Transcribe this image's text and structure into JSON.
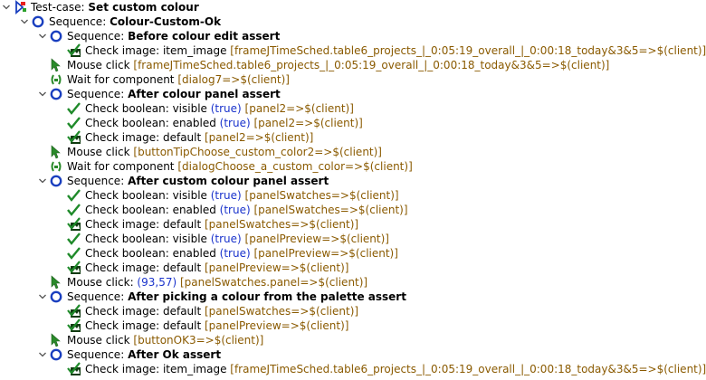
{
  "rows": [
    {
      "depth": 0,
      "exp": "open",
      "icon": "testcase",
      "kind": "Test-case: ",
      "name": "Set custom colour",
      "args": ""
    },
    {
      "depth": 1,
      "exp": "open",
      "icon": "sequence",
      "kind": "Sequence: ",
      "name": "Colour-Custom-Ok",
      "args": ""
    },
    {
      "depth": 2,
      "exp": "open",
      "icon": "sequence",
      "kind": "Sequence: ",
      "name": "Before colour edit assert",
      "args": ""
    },
    {
      "depth": 3,
      "exp": "",
      "icon": "check-image",
      "kind": "Check image: item_image ",
      "name": "",
      "args": "[frameJTimeSched.table6_projects_|_0:05:19_overall_|_0:00:18_today&3&5=>$(client)]"
    },
    {
      "depth": 2,
      "exp": "",
      "icon": "mouse",
      "kind": "Mouse click ",
      "name": "",
      "args": "[frameJTimeSched.table6_projects_|_0:05:19_overall_|_0:00:18_today&3&5=>$(client)]"
    },
    {
      "depth": 2,
      "exp": "",
      "icon": "wait",
      "kind": "Wait for component ",
      "name": "",
      "args": "[dialog7=>$(client)]"
    },
    {
      "depth": 2,
      "exp": "open",
      "icon": "sequence",
      "kind": "Sequence: ",
      "name": "After colour panel assert",
      "args": ""
    },
    {
      "depth": 3,
      "exp": "",
      "icon": "check",
      "kind": "Check boolean: visible ",
      "bool": "(true)",
      "name": "",
      "args": " [panel2=>$(client)]"
    },
    {
      "depth": 3,
      "exp": "",
      "icon": "check",
      "kind": "Check boolean: enabled ",
      "bool": "(true)",
      "name": "",
      "args": " [panel2=>$(client)]"
    },
    {
      "depth": 3,
      "exp": "",
      "icon": "check-image",
      "kind": "Check image: default ",
      "name": "",
      "args": "[panel2=>$(client)]"
    },
    {
      "depth": 2,
      "exp": "",
      "icon": "mouse",
      "kind": "Mouse click ",
      "name": "",
      "args": "[buttonTipChoose_custom_color2=>$(client)]"
    },
    {
      "depth": 2,
      "exp": "",
      "icon": "wait",
      "kind": "Wait for component ",
      "name": "",
      "args": "[dialogChoose_a_custom_color=>$(client)]"
    },
    {
      "depth": 2,
      "exp": "open",
      "icon": "sequence",
      "kind": "Sequence: ",
      "name": "After custom colour panel assert",
      "args": ""
    },
    {
      "depth": 3,
      "exp": "",
      "icon": "check",
      "kind": "Check boolean: visible ",
      "bool": "(true)",
      "name": "",
      "args": " [panelSwatches=>$(client)]"
    },
    {
      "depth": 3,
      "exp": "",
      "icon": "check",
      "kind": "Check boolean: enabled ",
      "bool": "(true)",
      "name": "",
      "args": " [panelSwatches=>$(client)]"
    },
    {
      "depth": 3,
      "exp": "",
      "icon": "check-image",
      "kind": "Check image: default ",
      "name": "",
      "args": "[panelSwatches=>$(client)]"
    },
    {
      "depth": 3,
      "exp": "",
      "icon": "check",
      "kind": "Check boolean: visible ",
      "bool": "(true)",
      "name": "",
      "args": " [panelPreview=>$(client)]"
    },
    {
      "depth": 3,
      "exp": "",
      "icon": "check",
      "kind": "Check boolean: enabled ",
      "bool": "(true)",
      "name": "",
      "args": " [panelPreview=>$(client)]"
    },
    {
      "depth": 3,
      "exp": "",
      "icon": "check-image",
      "kind": "Check image: default ",
      "name": "",
      "args": "[panelPreview=>$(client)]"
    },
    {
      "depth": 2,
      "exp": "",
      "icon": "mouse",
      "kind": "Mouse click: ",
      "bool": "(93,57)",
      "name": "",
      "args": " [panelSwatches.panel=>$(client)]"
    },
    {
      "depth": 2,
      "exp": "open",
      "icon": "sequence",
      "kind": "Sequence: ",
      "name": "After picking a colour from the palette assert",
      "args": ""
    },
    {
      "depth": 3,
      "exp": "",
      "icon": "check-image",
      "kind": "Check image: default ",
      "name": "",
      "args": "[panelSwatches=>$(client)]"
    },
    {
      "depth": 3,
      "exp": "",
      "icon": "check-image",
      "kind": "Check image: default ",
      "name": "",
      "args": "[panelPreview=>$(client)]"
    },
    {
      "depth": 2,
      "exp": "",
      "icon": "mouse",
      "kind": "Mouse click ",
      "name": "",
      "args": "[buttonOK3=>$(client)]"
    },
    {
      "depth": 2,
      "exp": "open",
      "icon": "sequence",
      "kind": "Sequence: ",
      "name": "After Ok assert",
      "args": ""
    },
    {
      "depth": 3,
      "exp": "",
      "icon": "check-image",
      "kind": "Check image: item_image ",
      "name": "",
      "args": "[frameJTimeSched.table6_projects_|_0:05:19_overall_|_0:00:18_today&3&5=>$(client)]"
    }
  ]
}
